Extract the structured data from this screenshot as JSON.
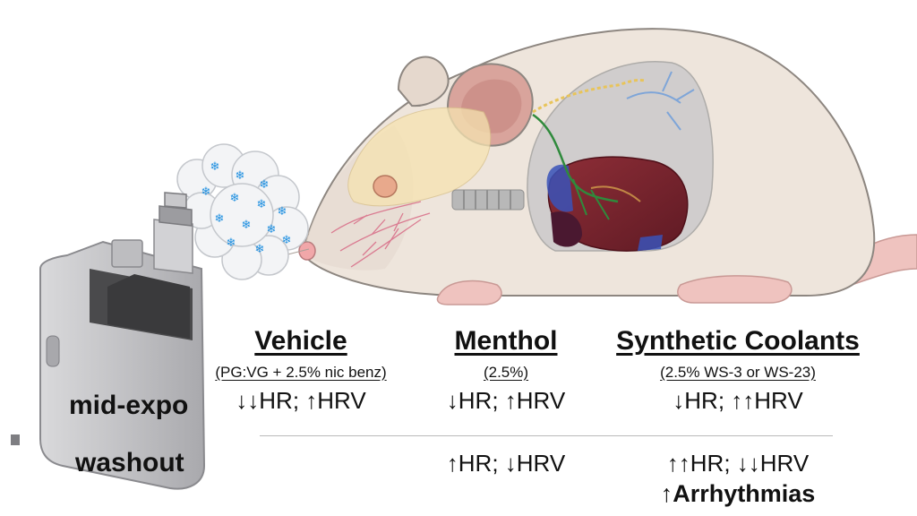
{
  "columns": [
    {
      "title": "Vehicle",
      "subtitle": "(PG:VG + 2.5% nic benz)"
    },
    {
      "title": "Menthol",
      "subtitle": "(2.5%)"
    },
    {
      "title": "Synthetic Coolants",
      "subtitle": "(2.5% WS-3 or WS-23)"
    }
  ],
  "rows": [
    {
      "label": "mid-expo",
      "cells": [
        "↓↓HR; ↑HRV",
        "↓HR; ↑HRV",
        "↓HR; ↑↑HRV"
      ]
    },
    {
      "label": "washout",
      "cells": [
        "",
        "↑HR; ↓HRV",
        "↑↑HR; ↓↓HRV"
      ]
    }
  ],
  "extra_note": "↑Arrhythmias",
  "illustration": {
    "device": "vape-device-icon",
    "vapor": "vapor-cloud-icon",
    "animal": "mouse-illustration",
    "organs": [
      "brain-icon",
      "heart-icon",
      "lung-icon",
      "trachea-icon",
      "nerve-icon"
    ],
    "colors": {
      "body": "#eee5dc",
      "outline": "#8d8680",
      "brain": "#f6e3b0",
      "heart": "#7a2530",
      "vein": "#3a52b8",
      "nerve": "#2f8a3c",
      "snowflake": "#1e8fe0",
      "device": "#c9c9cb"
    }
  }
}
